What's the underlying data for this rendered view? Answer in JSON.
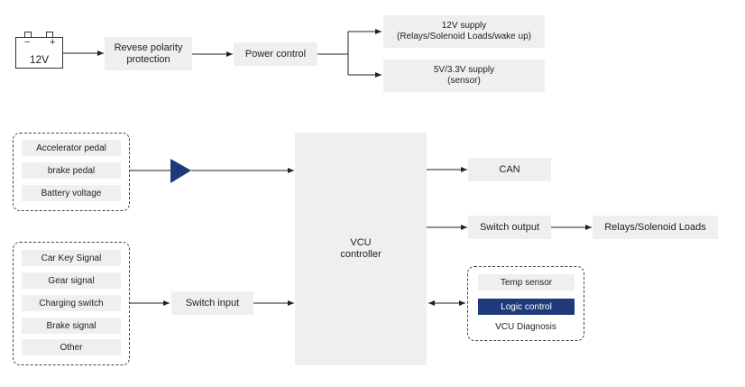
{
  "power": {
    "battery_label": "12V",
    "battery_minus": "−",
    "battery_plus": "+",
    "reverse_polarity": "Revese polarity\nprotection",
    "power_control": "Power control",
    "supply_12v": "12V supply\n(Relays/Solenoid Loads/wake up)",
    "supply_5v": "5V/3.3V supply\n(sensor)"
  },
  "analog_inputs": {
    "items": [
      "Accelerator pedal",
      "brake pedal",
      "Battery voltage"
    ]
  },
  "switch_inputs": {
    "items": [
      "Car Key Signal",
      "Gear signal",
      "Charging switch",
      "Brake signal",
      "Other"
    ],
    "switch_input_label": "Switch input"
  },
  "vcu": {
    "label": "VCU\ncontroller"
  },
  "outputs": {
    "can": "CAN",
    "switch_output": "Switch output",
    "relays_loads": "Relays/Solenoid Loads"
  },
  "diagnosis": {
    "temp_sensor": "Temp sensor",
    "logic_control": "Logic control",
    "title": "VCU Diagnosis"
  },
  "colors": {
    "box_fill": "#efefef",
    "accent_navy": "#1f3a7a",
    "line": "#222222"
  }
}
